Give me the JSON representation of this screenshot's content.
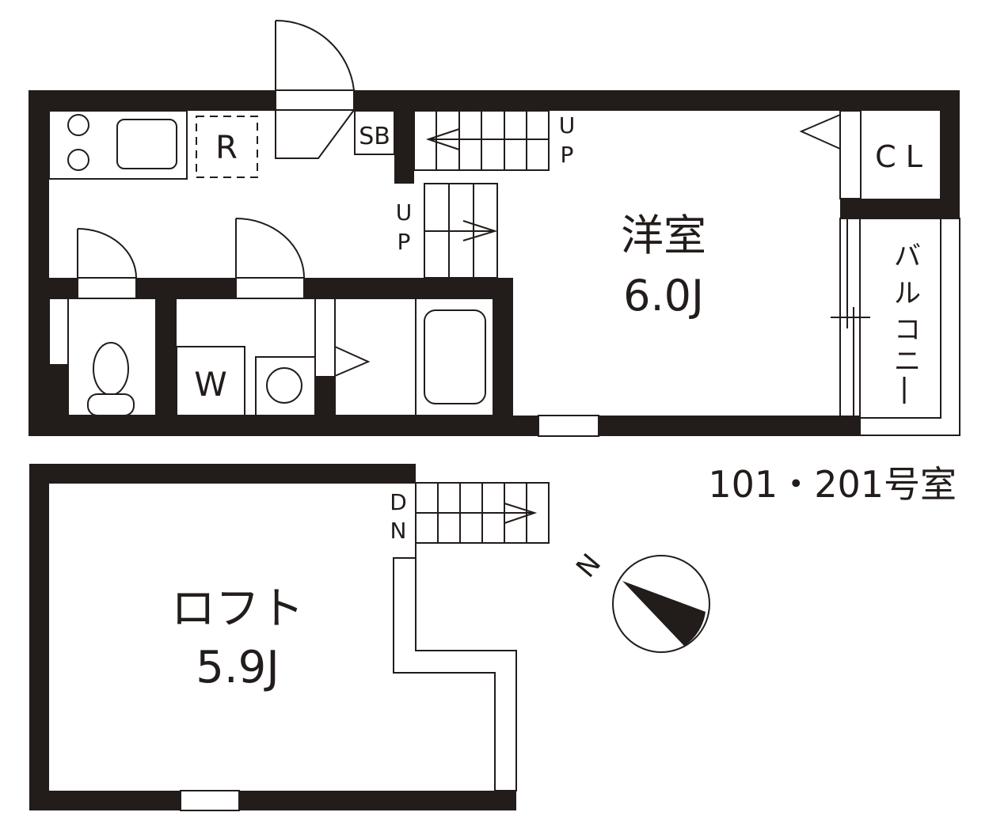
{
  "plan": {
    "unit_label": "101・201号室",
    "colors": {
      "wall": "#221c1a",
      "background": "#ffffff"
    },
    "first_floor": {
      "main_room": {
        "name": "洋室",
        "size": "6.0J"
      },
      "closet": "C L",
      "balcony": [
        "バ",
        "ル",
        "コ",
        "ニ",
        "ー"
      ],
      "refrigerator": "R",
      "shoe_box": "SB",
      "washer": "W",
      "stairs_upper": {
        "up": [
          "U",
          "P"
        ]
      },
      "stairs_lower": {
        "up": [
          "U",
          "P"
        ]
      }
    },
    "loft": {
      "name": "ロフト",
      "size": "5.9J",
      "stairs": {
        "down": [
          "D",
          "N"
        ]
      }
    },
    "compass": {
      "label": "N",
      "icon": "north-arrow-icon"
    }
  }
}
